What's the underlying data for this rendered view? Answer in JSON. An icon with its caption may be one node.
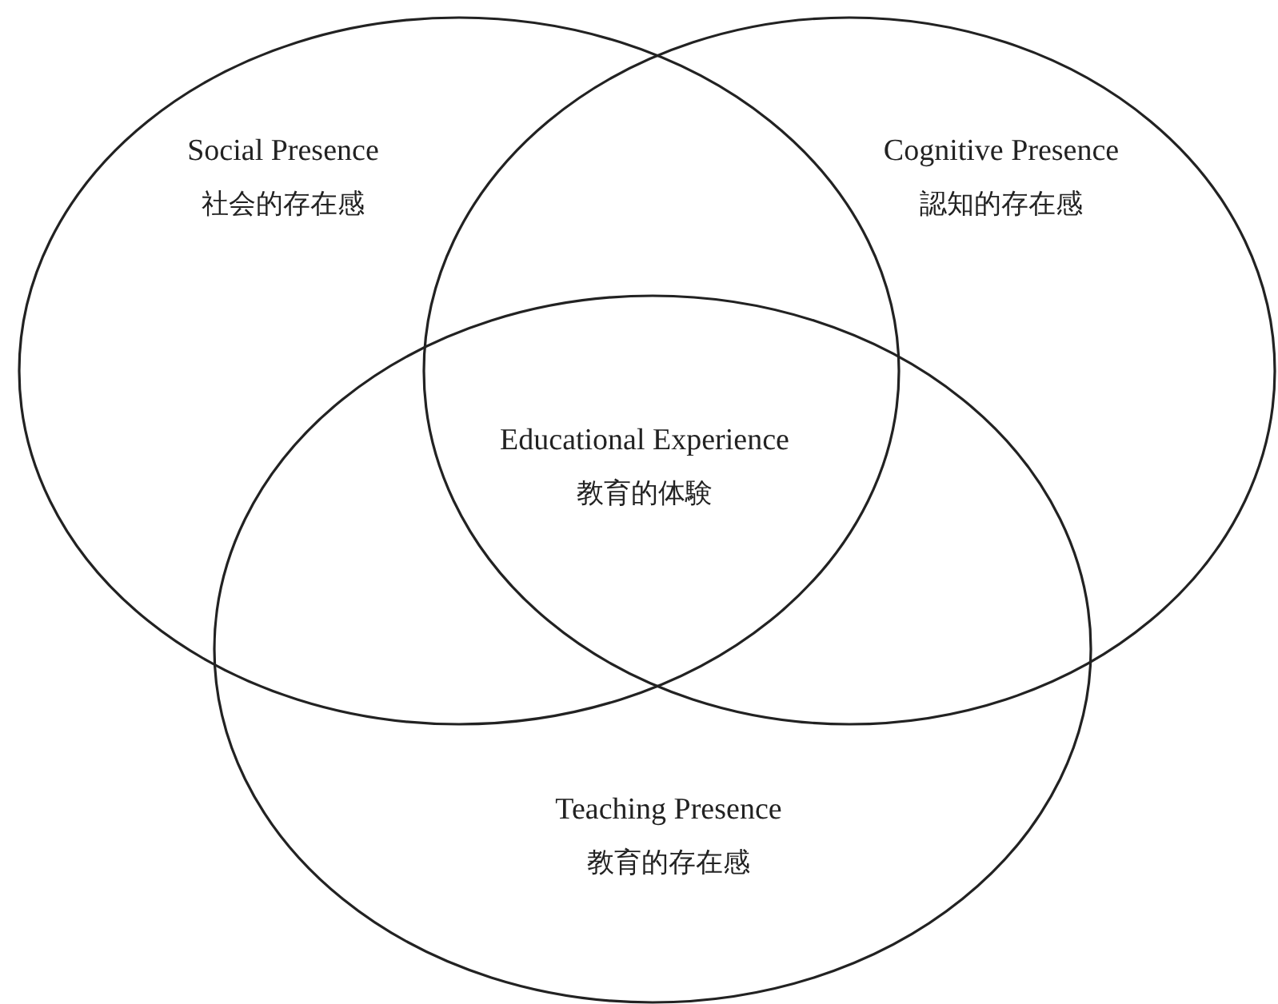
{
  "diagram": {
    "nodes": [
      {
        "text": [
          "Social Presence",
          "社会的存在感"
        ]
      },
      {
        "text": [
          "Cognitive Presence",
          "認知的存在感"
        ]
      },
      {
        "text": [
          "Teaching Presence",
          "教育的存在感"
        ]
      }
    ],
    "labels": [
      "Educational Experience",
      "教育的体験"
    ]
  }
}
